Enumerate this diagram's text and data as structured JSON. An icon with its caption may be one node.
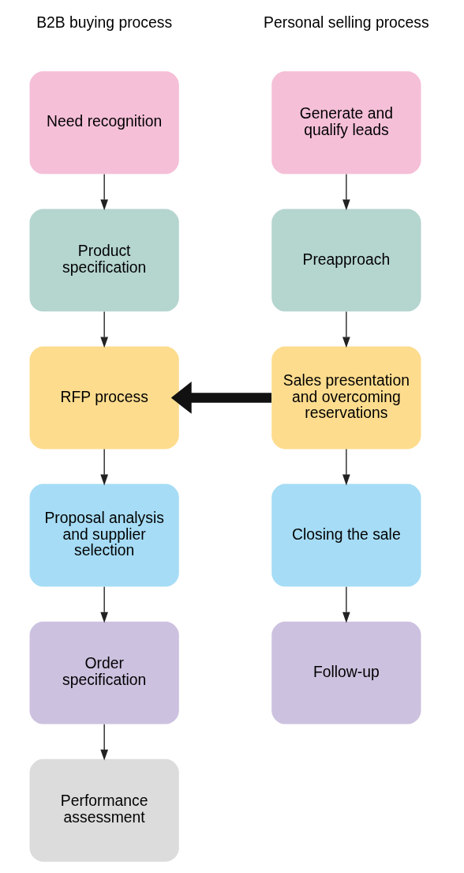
{
  "diagram": {
    "nodes": [
      {
        "text": [
          "Generate and qualify leads"
        ]
      },
      {
        "text": [
          "Preapproach"
        ]
      },
      {
        "text": [
          "Sales presentation and overcoming reservations"
        ]
      },
      {
        "text": [
          "Closing the sale"
        ]
      },
      {
        "text": [
          "Follow-up"
        ]
      },
      {
        "text": [
          "Need recognition"
        ]
      },
      {
        "text": [
          "Product specification"
        ]
      },
      {
        "text": [
          "RFP process"
        ]
      },
      {
        "text": [
          "Proposal analysis and supplier selection"
        ]
      },
      {
        "text": [
          "Order specification"
        ]
      },
      {
        "text": [
          "Performance assessment"
        ]
      }
    ],
    "edges": [
      {
        "from": 0,
        "to": 1,
        "arrow": "to"
      },
      {
        "from": 1,
        "to": 2,
        "arrow": "to"
      },
      {
        "from": 2,
        "to": 3,
        "arrow": "to"
      },
      {
        "from": 3,
        "to": 4,
        "arrow": "to"
      },
      {
        "from": 2,
        "to": 7,
        "arrow": "to",
        "style": "thick"
      },
      {
        "from": 5,
        "to": 6,
        "arrow": "to"
      },
      {
        "from": 6,
        "to": 7,
        "arrow": "to"
      },
      {
        "from": 7,
        "to": 8,
        "arrow": "to"
      },
      {
        "from": 8,
        "to": 9,
        "arrow": "to"
      },
      {
        "from": 9,
        "to": 10,
        "arrow": "to"
      }
    ],
    "labels": [
      "Personal selling process",
      "B2B buying process"
    ]
  }
}
